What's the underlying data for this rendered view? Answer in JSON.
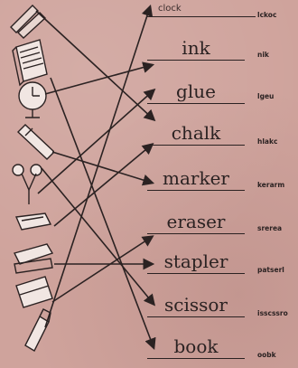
{
  "exercise": {
    "words": [
      {
        "text": "clock",
        "jumbled": "lckoc"
      },
      {
        "text": "ink",
        "jumbled": "nik"
      },
      {
        "text": "glue",
        "jumbled": "lgeu"
      },
      {
        "text": "chalk",
        "jumbled": "hlakc"
      },
      {
        "text": "marker",
        "jumbled": "kerarm"
      },
      {
        "text": "eraser",
        "jumbled": "srerea"
      },
      {
        "text": "stapler",
        "jumbled": "patserl"
      },
      {
        "text": "scissor",
        "jumbled": "isscssro"
      },
      {
        "text": "book",
        "jumbled": "oobk"
      }
    ],
    "icons": [
      "chalk-icon",
      "book-icon",
      "clock-icon",
      "glue-stick-icon",
      "scissors-icon",
      "eraser-icon",
      "stapler-icon",
      "chalk-box-icon",
      "ink-bottle-icon"
    ]
  }
}
